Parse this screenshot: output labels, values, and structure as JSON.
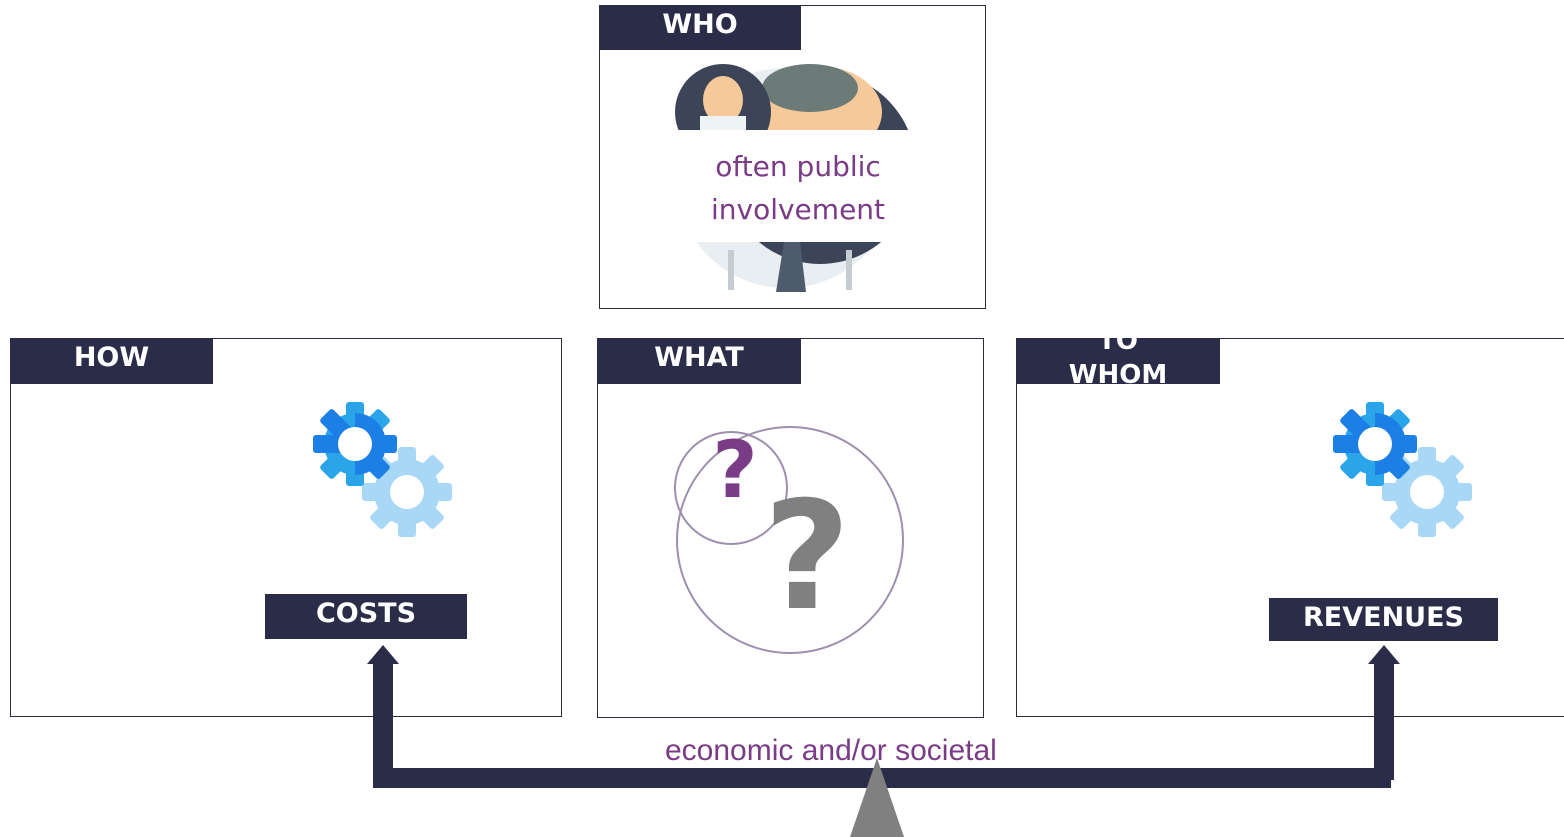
{
  "who": {
    "label": "WHO",
    "text_line1": "often public",
    "text_line2": "involvement"
  },
  "how": {
    "label": "HOW",
    "tag": "COSTS"
  },
  "what": {
    "label": "WHAT",
    "mark_small": "?",
    "mark_large": "?"
  },
  "to_whom": {
    "label_line1": "TO",
    "label_line2": "WHOM",
    "tag": "REVENUES"
  },
  "balance": {
    "label": "economic and/or societal"
  },
  "colors": {
    "navy": "#2b2c47",
    "purple": "#7a3c86",
    "gear_dark": "#1e8fe8",
    "gear_light": "#a9d8f7",
    "question_gray": "#808080",
    "fulcrum_gray": "#808080"
  },
  "icons": [
    "person-illustration",
    "gears-icon",
    "question-circles-icon",
    "arrow-up-icon",
    "fulcrum-triangle"
  ]
}
